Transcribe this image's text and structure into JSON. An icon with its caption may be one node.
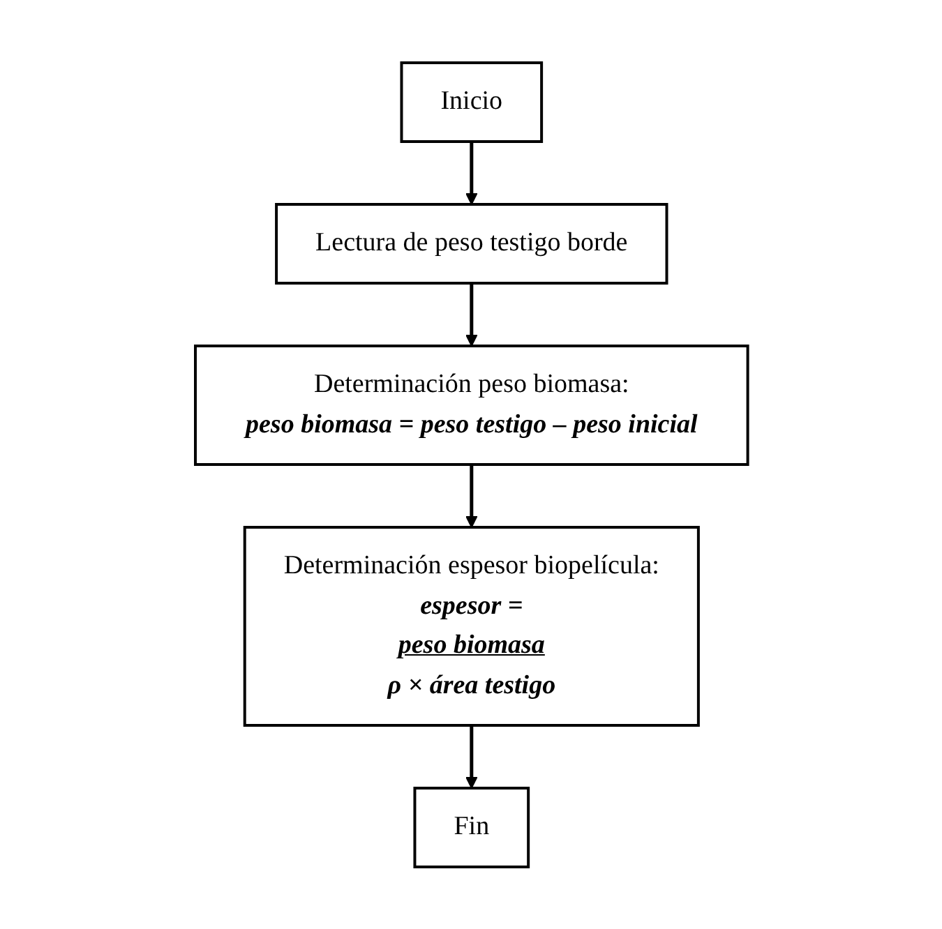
{
  "diagram": {
    "nodes": [
      {
        "text": [
          "Inicio"
        ]
      },
      {
        "text": [
          "Lectura de peso testigo borde"
        ]
      },
      {
        "text": [
          "Determinación peso biomasa:",
          "peso biomasa = peso testigo – peso inicial"
        ]
      },
      {
        "text": [
          "Determinación espesor biopelícula:",
          "espesor =",
          "peso biomasa",
          "ρ × área testigo"
        ]
      },
      {
        "text": [
          "Fin"
        ]
      }
    ],
    "edges": [
      {
        "from": 0,
        "to": 1,
        "arrow": "to"
      },
      {
        "from": 1,
        "to": 2,
        "arrow": "to"
      },
      {
        "from": 2,
        "to": 3,
        "arrow": "to"
      },
      {
        "from": 3,
        "to": 4,
        "arrow": "to"
      }
    ]
  }
}
